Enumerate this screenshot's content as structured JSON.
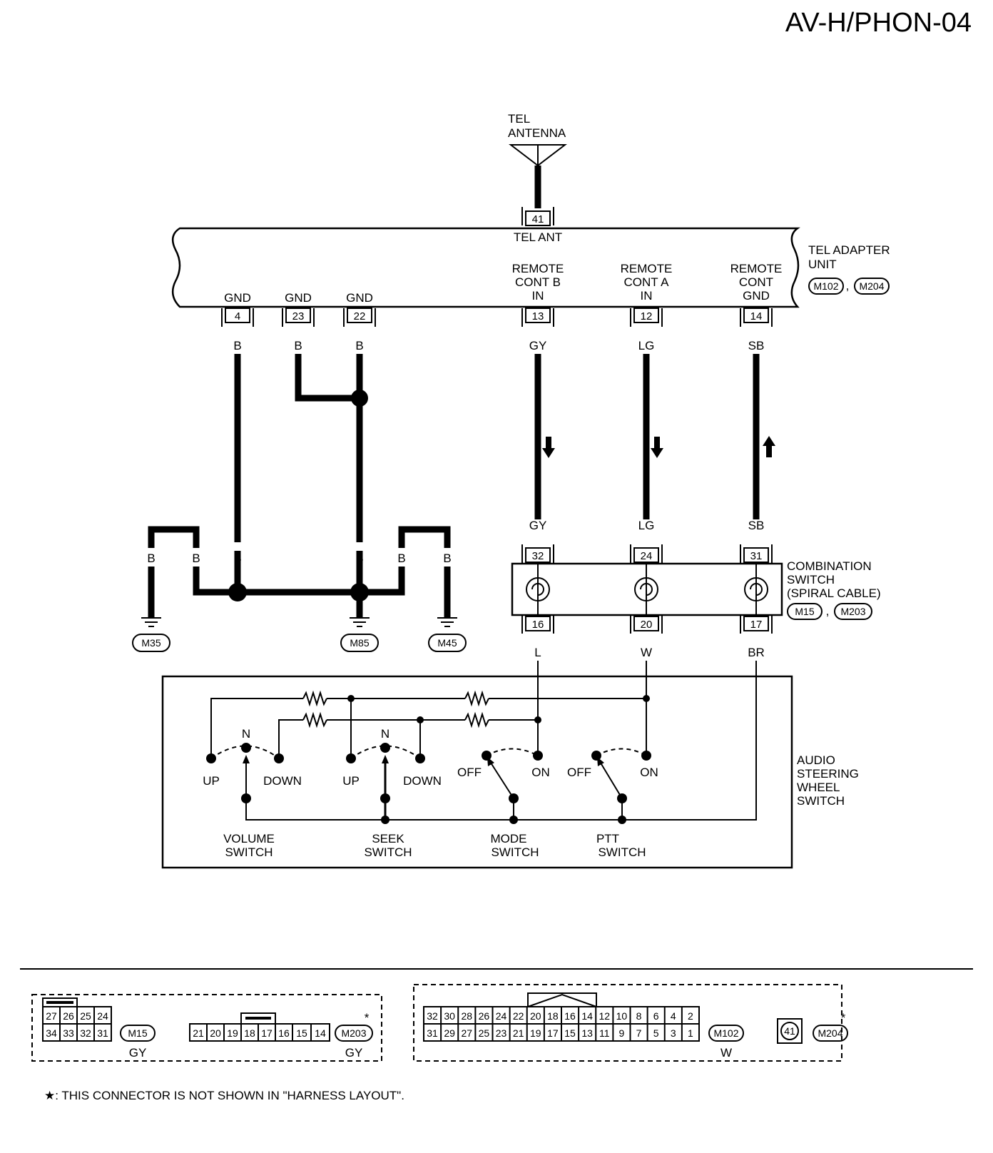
{
  "page_code": "AV-H/PHON-04",
  "antenna": {
    "label_l1": "TEL",
    "label_l2": "ANTENNA",
    "pin": "41",
    "pin_label": "TEL ANT"
  },
  "tel_unit": {
    "name_l1": "TEL ADAPTER",
    "name_l2": "UNIT",
    "connectors": [
      "M102",
      "M204"
    ],
    "terminals": [
      {
        "pin": "4",
        "label": "GND",
        "wire": "B"
      },
      {
        "pin": "23",
        "label": "GND",
        "wire": "B"
      },
      {
        "pin": "22",
        "label": "GND",
        "wire": "B"
      },
      {
        "pin": "13",
        "label_l1": "REMOTE",
        "label_l2": "CONT B",
        "label_l3": "IN",
        "wire": "GY"
      },
      {
        "pin": "12",
        "label_l1": "REMOTE",
        "label_l2": "CONT A",
        "label_l3": "IN",
        "wire": "LG"
      },
      {
        "pin": "14",
        "label_l1": "REMOTE",
        "label_l2": "CONT",
        "label_l3": "GND",
        "wire": "SB"
      }
    ]
  },
  "grounds": [
    {
      "name": "M35",
      "wire": "B"
    },
    {
      "name": "M85",
      "wire": "B"
    },
    {
      "name": "M45",
      "wire": "B"
    }
  ],
  "ground_wire_labels": [
    "B",
    "B",
    "B",
    "B",
    "B",
    "B"
  ],
  "combination_switch": {
    "name_l1": "COMBINATION",
    "name_l2": "SWITCH",
    "name_l3": "(SPIRAL CABLE)",
    "connectors": [
      "M15",
      "M203"
    ],
    "channels": [
      {
        "in_pin": "32",
        "in_wire": "GY",
        "out_pin": "16",
        "out_wire": "L"
      },
      {
        "in_pin": "24",
        "in_wire": "LG",
        "out_pin": "20",
        "out_wire": "W"
      },
      {
        "in_pin": "31",
        "in_wire": "SB",
        "out_pin": "17",
        "out_wire": "BR"
      }
    ]
  },
  "steering_switch": {
    "name_l1": "AUDIO",
    "name_l2": "STEERING",
    "name_l3": "WHEEL",
    "name_l4": "SWITCH",
    "switches": [
      {
        "name_l1": "VOLUME",
        "name_l2": "SWITCH",
        "left": "UP",
        "right": "DOWN",
        "neutral": "N"
      },
      {
        "name_l1": "SEEK",
        "name_l2": "SWITCH",
        "left": "UP",
        "right": "DOWN",
        "neutral": "N"
      },
      {
        "name_l1": "MODE",
        "name_l2": "SWITCH",
        "left": "OFF",
        "right": "ON"
      },
      {
        "name_l1": "PTT",
        "name_l2": "SWITCH",
        "left": "OFF",
        "right": "ON"
      }
    ]
  },
  "connector_views": {
    "m15": {
      "name": "M15",
      "color": "GY",
      "row1": [
        "27",
        "26",
        "25",
        "24"
      ],
      "row2": [
        "34",
        "33",
        "32",
        "31"
      ]
    },
    "m203": {
      "name": "M203",
      "color": "GY",
      "star": "*",
      "row": [
        "21",
        "20",
        "19",
        "18",
        "17",
        "16",
        "15",
        "14"
      ]
    },
    "m102": {
      "name": "M102",
      "color": "W",
      "row1": [
        "32",
        "30",
        "28",
        "26",
        "24",
        "22",
        "20",
        "18",
        "16",
        "14",
        "12",
        "10",
        "8",
        "6",
        "4",
        "2"
      ],
      "row2": [
        "31",
        "29",
        "27",
        "25",
        "23",
        "21",
        "19",
        "17",
        "15",
        "13",
        "11",
        "9",
        "7",
        "5",
        "3",
        "1"
      ]
    },
    "m204": {
      "name": "M204",
      "star": "*",
      "pin": "41"
    }
  },
  "footnote": "★: THIS CONNECTOR IS NOT SHOWN IN \"HARNESS LAYOUT\"."
}
